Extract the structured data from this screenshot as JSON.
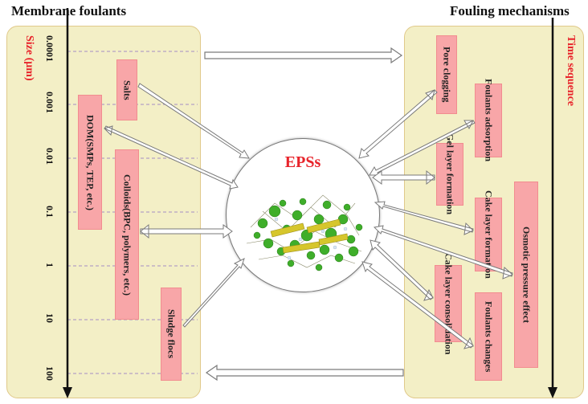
{
  "headings": {
    "left": "Membrane foulants",
    "right": "Fouling mechanisms"
  },
  "left_axis": {
    "label": "Size (μm)",
    "ticks": [
      "0.0001",
      "0.001",
      "0.01",
      "0.1",
      "1",
      "10",
      "100"
    ]
  },
  "right_axis": {
    "label": "Time sequence"
  },
  "foulants": {
    "salts": "Salts",
    "dom": "DOM(SMPs, TEP, etc.)",
    "colloids": "Colloids(BPC, polymers, etc.)",
    "sludge_flocs": "Sludge flocs"
  },
  "mechanisms": {
    "pore_clogging": "Pore clogging",
    "foulants_adsorption": "Foulants adsorption",
    "gel_layer": "Gel layer formation",
    "cake_layer_formation": "Cake layer formation",
    "osmotic_pressure": "Osmotic pressure effect",
    "cake_layer_consolidation": "Cake layer consolidation",
    "foulants_changes": "Foulants changes"
  },
  "center": {
    "title": "EPSs"
  },
  "colors": {
    "panel_fill": "#f3efc6",
    "box_fill": "#f8a6a8",
    "accent_red": "#e8242b",
    "arrow_gray": "#9a9a9a"
  }
}
